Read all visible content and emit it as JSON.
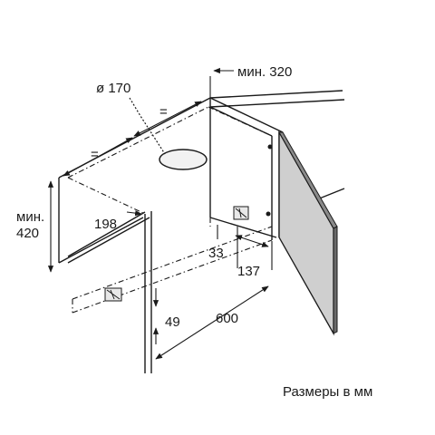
{
  "diagram": {
    "dimensions": {
      "duct_diameter": "ø 170",
      "min_rear_depth": "мин. 320",
      "equal_left": "=",
      "equal_right": "=",
      "min_height_label": "мин.",
      "min_height_value": "420",
      "depth_198": "198",
      "depth_33": "33",
      "depth_137": "137",
      "height_49": "49",
      "width_600": "600"
    },
    "caption": "Размеры в мм"
  }
}
